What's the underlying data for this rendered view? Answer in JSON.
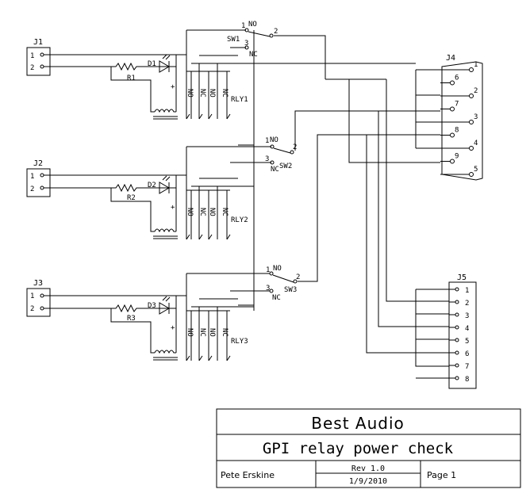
{
  "connectors": {
    "j1": {
      "label": "J1",
      "pins": [
        "1",
        "2"
      ]
    },
    "j2": {
      "label": "J2",
      "pins": [
        "1",
        "2"
      ]
    },
    "j3": {
      "label": "J3",
      "pins": [
        "1",
        "2"
      ]
    },
    "j4": {
      "label": "J4",
      "pins": [
        "1",
        "6",
        "2",
        "7",
        "3",
        "8",
        "4",
        "9",
        "5"
      ]
    },
    "j5": {
      "label": "J5",
      "pins": [
        "1",
        "2",
        "3",
        "4",
        "5",
        "6",
        "7",
        "8"
      ]
    }
  },
  "channels": [
    {
      "resistor": "R1",
      "diode": "D1",
      "relay": "RLY1",
      "switch": "SW1"
    },
    {
      "resistor": "R2",
      "diode": "D2",
      "relay": "RLY2",
      "switch": "SW2"
    },
    {
      "resistor": "R3",
      "diode": "D3",
      "relay": "RLY3",
      "switch": "SW3"
    }
  ],
  "labels": {
    "no": "NO",
    "nc": "NC",
    "plus": "+",
    "pin1": "1",
    "pin2": "2",
    "pin3": "3"
  },
  "title_block": {
    "company": "Best Audio",
    "title": "GPI relay power check",
    "author": "Pete Erskine",
    "revision": "Rev 1.0",
    "date": "1/9/2010",
    "page": "Page 1"
  }
}
